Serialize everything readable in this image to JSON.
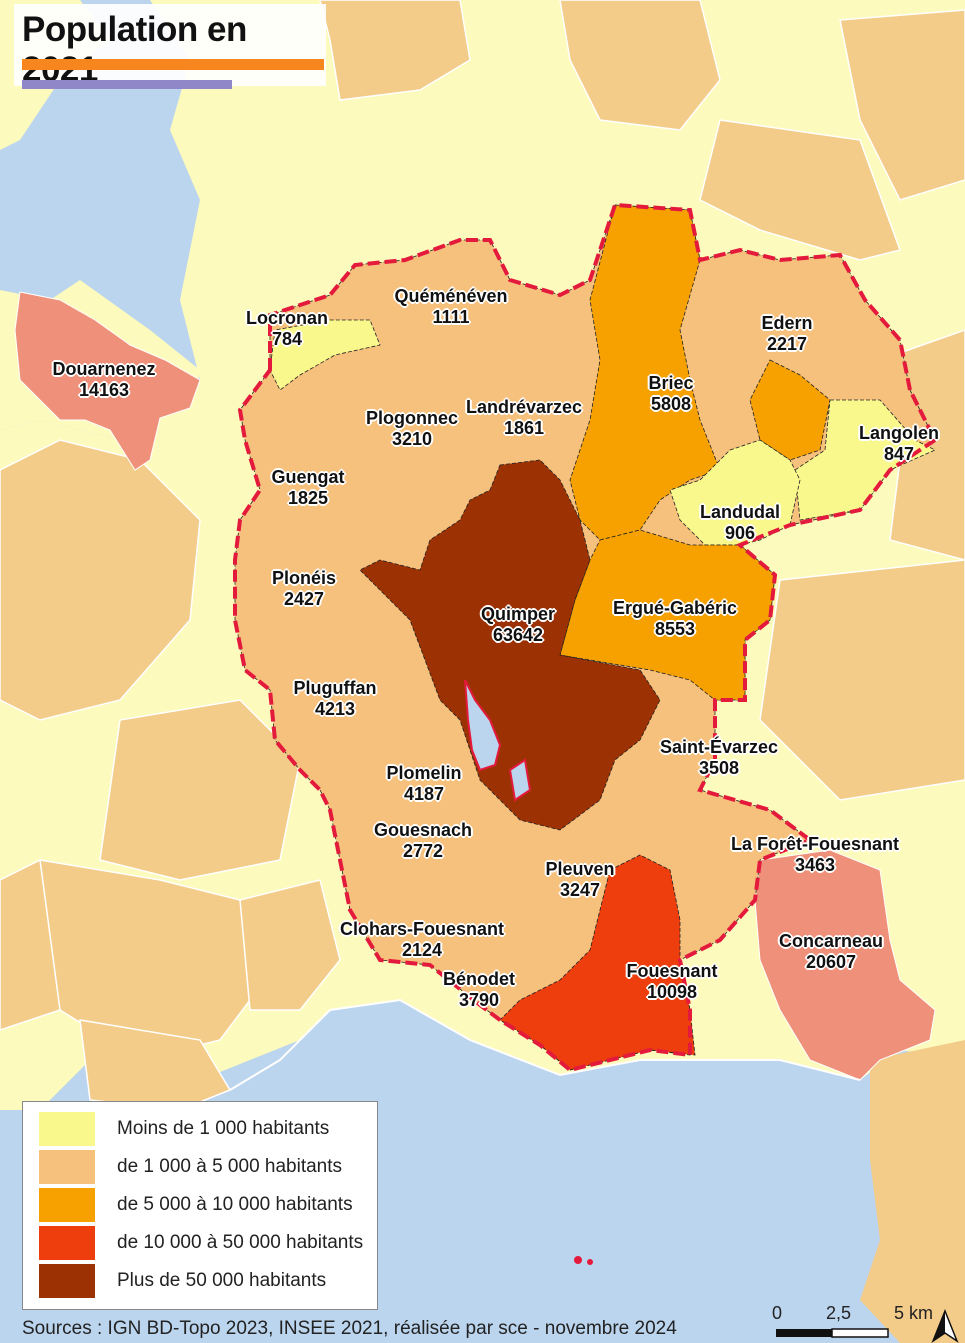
{
  "title": "Population en 2021",
  "colors": {
    "sea": "#bcd5ee",
    "background_land": "#fdfabd",
    "outside_commune": "#f3cc8a",
    "class_1": "#f9f88c",
    "class_2": "#f6c07d",
    "class_3": "#f7a100",
    "class_4": "#ee3e0e",
    "class_5": "#9c3104",
    "douarnenez_concarneau": "#ef907a",
    "boundary": "#e41a3c",
    "title_bar_orange": "#f7861f",
    "title_bar_purple": "#8f87c8"
  },
  "legend": [
    {
      "label": "Moins de 1 000 habitants",
      "color": "#f9f88c"
    },
    {
      "label": "de 1 000 à 5 000  habitants",
      "color": "#f6c07d"
    },
    {
      "label": "de 5 000 à 10 000  habitants",
      "color": "#f7a100"
    },
    {
      "label": "de 10 000 à 50 000  habitants",
      "color": "#ee3e0e"
    },
    {
      "label": "Plus de 50 000 habitants",
      "color": "#9c3104"
    }
  ],
  "communes": [
    {
      "name": "Quéménéven",
      "population": "1111"
    },
    {
      "name": "Locronan",
      "population": "784"
    },
    {
      "name": "Douarnenez",
      "population": "14163"
    },
    {
      "name": "Edern",
      "population": "2217"
    },
    {
      "name": "Briec",
      "population": "5808"
    },
    {
      "name": "Langolen",
      "population": "847"
    },
    {
      "name": "Plogonnec",
      "population": "3210"
    },
    {
      "name": "Landrévarzec",
      "population": "1861"
    },
    {
      "name": "Guengat",
      "population": "1825"
    },
    {
      "name": "Landudal",
      "population": "906"
    },
    {
      "name": "Plonéis",
      "population": "2427"
    },
    {
      "name": "Quimper",
      "population": "63642"
    },
    {
      "name": "Ergué-Gabéric",
      "population": "8553"
    },
    {
      "name": "Pluguffan",
      "population": "4213"
    },
    {
      "name": "Saint-Évarzec",
      "population": "3508"
    },
    {
      "name": "Plomelin",
      "population": "4187"
    },
    {
      "name": "Gouesnach",
      "population": "2772"
    },
    {
      "name": "La Forêt-Fouesnant",
      "population": "3463"
    },
    {
      "name": "Pleuven",
      "population": "3247"
    },
    {
      "name": "Clohars-Fouesnant",
      "population": "2124"
    },
    {
      "name": "Concarneau",
      "population": "20607"
    },
    {
      "name": "Bénodet",
      "population": "3790"
    },
    {
      "name": "Fouesnant",
      "population": "10098"
    }
  ],
  "footer": "Sources : IGN BD-Topo 2023, INSEE 2021, réalisée par sce - novembre 2024",
  "scale": {
    "labels": [
      "0",
      "2,5",
      "5 km"
    ]
  },
  "icons": {
    "north_arrow": "north-arrow-icon"
  }
}
